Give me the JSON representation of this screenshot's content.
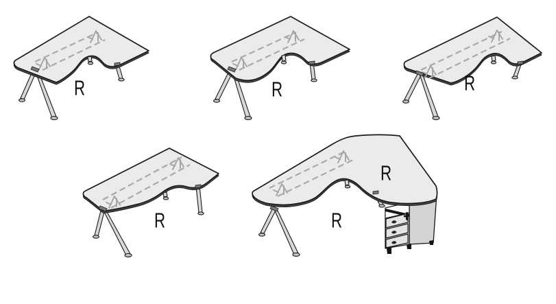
{
  "page": {
    "background": "#ffffff",
    "description": "Five technical line drawings of right-hand ergonomic office desks"
  },
  "colors": {
    "background": "#ffffff",
    "desk_top_fill": "#ebebeb",
    "edge_fill": "#4a4a4a",
    "outline": "#1a1a1a",
    "hidden_line": "#a9a9a9",
    "leg_fill": "#d8d8d8",
    "pedestal_front": "#ececec",
    "pedestal_side": "#d3d3d3",
    "drawer_fill": "#e3e3e3",
    "label_color": "#111111"
  },
  "desks": [
    {
      "id": "desk-1",
      "icon": "ergonomic-desk-right-icon",
      "label": "R"
    },
    {
      "id": "desk-2",
      "icon": "ergonomic-desk-right-icon",
      "label": "R"
    },
    {
      "id": "desk-3",
      "icon": "ergonomic-desk-right-icon",
      "label": "R"
    },
    {
      "id": "desk-4",
      "icon": "wave-desk-right-icon",
      "label": "R"
    },
    {
      "id": "desk-5",
      "icon": "l-desk-with-pedestal-right-icon",
      "label_return": "R",
      "label_main": "R",
      "pedestal_drawer_count": 3
    }
  ]
}
